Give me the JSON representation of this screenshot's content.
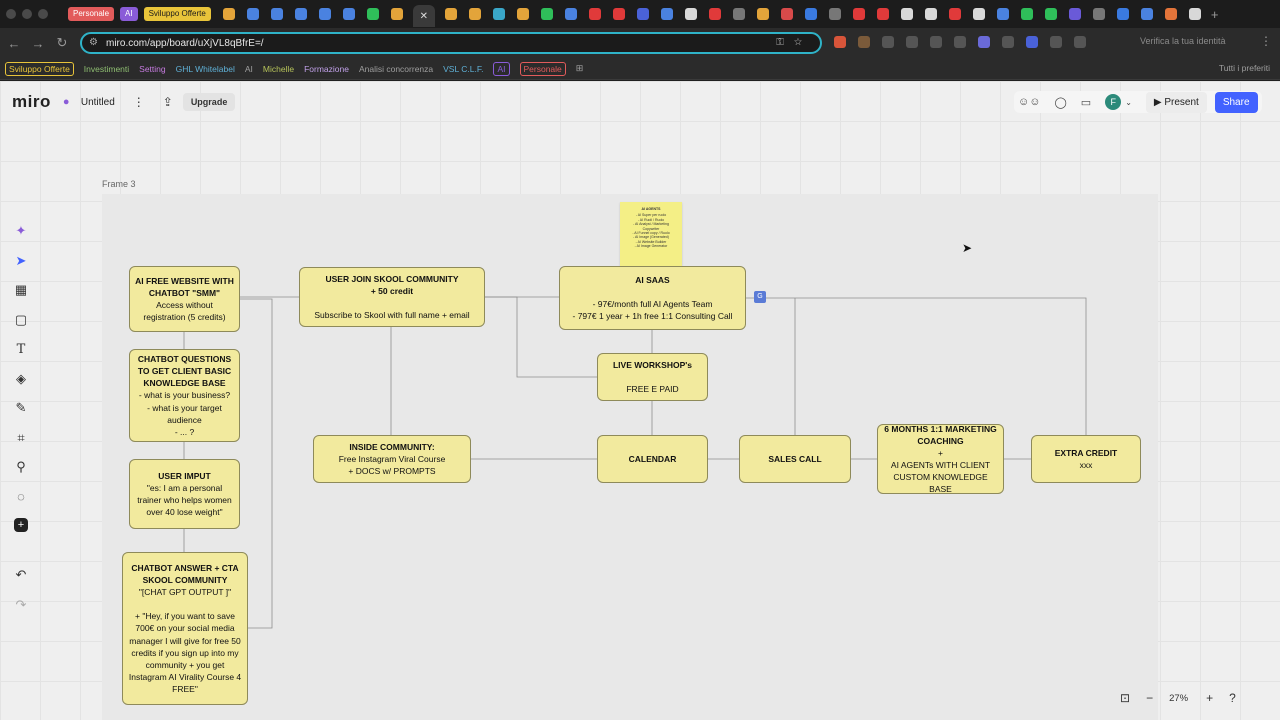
{
  "browser": {
    "tab_groups": [
      {
        "label": "Personale",
        "bg": "#e25b5b",
        "fg": "#ffffff"
      },
      {
        "label": "AI",
        "bg": "#8a5cd8",
        "fg": "#ffffff"
      },
      {
        "label": "Sviluppo Offerte",
        "bg": "#e8c43a",
        "fg": "#1b1b1b"
      }
    ],
    "url": "miro.com/app/board/uXjVL8qBfrE=/",
    "identity_label": "Verifica la tua identità",
    "bookmarks": [
      {
        "label": "Sviluppo Offerte",
        "boxed": true,
        "color": "#e8c43a"
      },
      {
        "label": "Investimenti",
        "boxed": false,
        "color": "#8fbf72"
      },
      {
        "label": "Setting",
        "boxed": false,
        "color": "#c77be0"
      },
      {
        "label": "GHL Whitelabel",
        "boxed": false,
        "color": "#5fb0d6"
      },
      {
        "label": "AI",
        "boxed": false,
        "color": "#9e9e9e"
      },
      {
        "label": "Michelle",
        "boxed": false,
        "color": "#b6c35a"
      },
      {
        "label": "Formazione",
        "boxed": false,
        "color": "#c0a0e8"
      },
      {
        "label": "Analisi concorrenza",
        "boxed": false,
        "color": "#9e9e9e"
      },
      {
        "label": "VSL C.L.F.",
        "boxed": false,
        "color": "#5fb0d6"
      },
      {
        "label": "AI",
        "boxed": true,
        "color": "#8a5cd8"
      },
      {
        "label": "Personale",
        "boxed": true,
        "color": "#e25b5b"
      }
    ],
    "all_favorites": "Tutti i preferiti"
  },
  "miro": {
    "logo": "miro",
    "board_title": "Untitled",
    "upgrade_label": "Upgrade",
    "avatar_initial": "F",
    "present_label": "Present",
    "share_label": "Share",
    "zoom": "27%",
    "frame_label": "Frame 3"
  },
  "sticky": {
    "title": "AI AGENTS",
    "body": "- AI Super per ruolo\n- AI Ruoli / Ruolo\n- AI Analyst / Marketing\n  Copywriter\n- AI Funnel copy / Ruolo\n- AI Image (Generated)\n- AI Website Builder\n- AI Image Generator"
  },
  "nodes": {
    "n1": {
      "title": "AI FREE WEBSITE WITH CHATBOT \"SMM\"",
      "body": "Access without registration (5 credits)"
    },
    "n2": {
      "title": "CHATBOT QUESTIONS TO GET CLIENT BASIC KNOWLEDGE BASE",
      "body": "- what is your business?\n- what is your target audience\n- ... ?"
    },
    "n3": {
      "title": "USER IMPUT",
      "body": "\"es: I am a personal trainer who helps women over 40 lose weight\""
    },
    "n4": {
      "title": "CHATBOT ANSWER + CTA SKOOL COMMUNITY",
      "body": "\"[CHAT GPT OUTPUT ]\"\n\n+ \"Hey, if you want to save 700€ on your social media manager I will give for free 50 credits if you sign up into my community + you get Instagram AI Virality Course 4 FREE\""
    },
    "n5": {
      "title": "USER JOIN SKOOL COMMUNITY\n+ 50 credit",
      "body": "\nSubscribe to Skool with full name + email"
    },
    "n6": {
      "title": "INSIDE COMMUNITY:",
      "body": "Free Instagram Viral Course\n+ DOCS w/ PROMPTS"
    },
    "n7": {
      "title": "AI SAAS",
      "body": "\n- 97€/month full AI Agents Team\n- 797€ 1 year + 1h free 1:1 Consulting Call"
    },
    "n8": {
      "title": "LIVE WORKSHOP's",
      "body": "\nFREE E PAID"
    },
    "n9": {
      "title": "CALENDAR",
      "body": ""
    },
    "n10": {
      "title": "SALES CALL",
      "body": ""
    },
    "n11": {
      "title": "6 MONTHS 1:1 MARKETING COACHING",
      "body": "+\nAI AGENTs WITH CLIENT CUSTOM KNOWLEDGE BASE"
    },
    "n12": {
      "title": "EXTRA CREDIT",
      "body": "xxx"
    }
  }
}
